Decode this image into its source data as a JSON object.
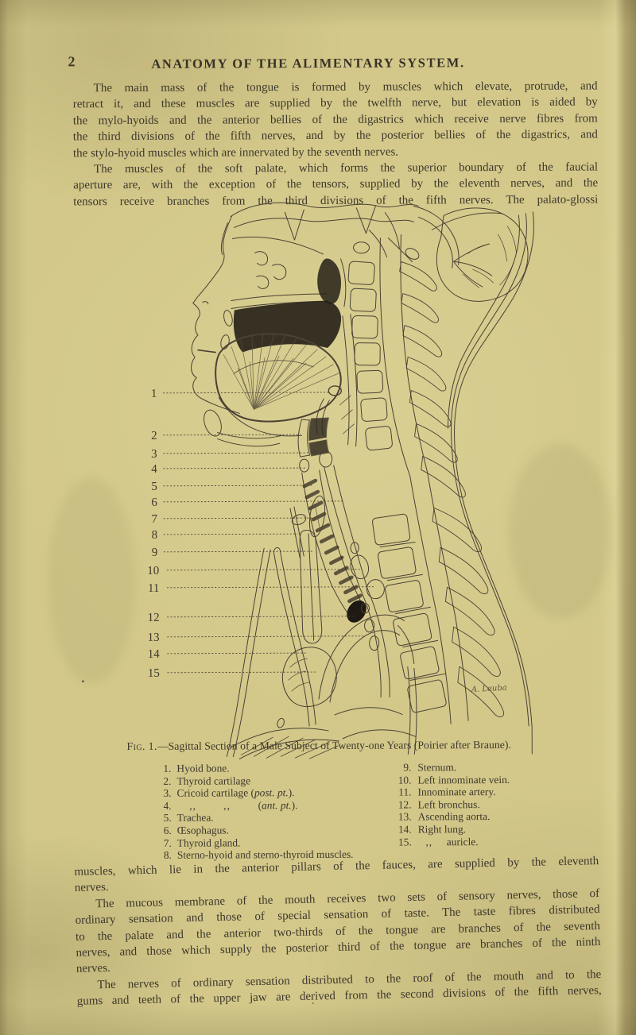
{
  "page": {
    "number": "2",
    "running_title": "ANATOMY OF THE ALIMENTARY SYSTEM."
  },
  "colors": {
    "paper": "#d3c88a",
    "ink": "#3e382c",
    "cavity_dark": "#262017"
  },
  "paragraph1": {
    "l1": "The main mass of the tongue is formed by muscles which elevate, protrude, and",
    "l2": "retract it, and these muscles are supplied by the twelfth nerve, but elevation is aided by",
    "l3": "the mylo-hyoids and the anterior bellies of the digastrics which receive nerve fibres from",
    "l4": "the third divisions of the fifth nerves, and by the posterior bellies of the digastrics, and",
    "l5": "the stylo-hyoid muscles which are innervated by the seventh nerves."
  },
  "paragraph2": {
    "l1": "The muscles of the soft palate, which forms the superior boundary of the faucial",
    "l2": "aperture are, with the exception of the tensors, supplied by the eleventh nerves, and the",
    "l3": "tensors receive branches from the third divisions of the fifth nerves.  The palato-glossi"
  },
  "figure": {
    "labels": [
      "1",
      "2",
      "3",
      "4",
      "5",
      "6",
      "7",
      "8",
      "9",
      "10",
      "11",
      "12",
      "13",
      "14",
      "15"
    ],
    "signature": "A. Leuba",
    "caption": {
      "fig_label": "Fig. 1.",
      "text": "—Sagittal Section of a Male Subject of Twenty-one Years (Poirier after Braune)."
    },
    "legend_left": [
      {
        "num": "1.",
        "pre": "Hyoid bone."
      },
      {
        "num": "2.",
        "pre": "Thyroid cartilage"
      },
      {
        "num": "3.",
        "pre": "Cricoid cartilage (",
        "italic": "post. pt.",
        "post": ")."
      },
      {
        "num": "4.",
        "d1": ",,",
        "d2": ",,",
        "pre": "(",
        "italic": "ant. pt.",
        "post": ")."
      },
      {
        "num": "5.",
        "pre": "Trachea."
      },
      {
        "num": "6.",
        "pre": "Œsophagus."
      },
      {
        "num": "7.",
        "pre": "Thyroid gland."
      },
      {
        "num": "8.",
        "pre": "Sterno-hyoid and sterno-thyroid muscles."
      }
    ],
    "legend_right": [
      {
        "num": "9.",
        "pre": "Sternum."
      },
      {
        "num": "10.",
        "pre": "Left innominate vein."
      },
      {
        "num": "11.",
        "pre": "Innominate artery."
      },
      {
        "num": "12.",
        "pre": "Left bronchus."
      },
      {
        "num": "13.",
        "pre": "Ascending aorta."
      },
      {
        "num": "14.",
        "pre": "Right lung."
      },
      {
        "num": "15.",
        "d1": ",,",
        "pre": "auricle."
      }
    ]
  },
  "paragraph3": {
    "l1": "muscles, which lie in the anterior pillars of the fauces, are supplied by the eleventh",
    "l2": "nerves."
  },
  "paragraph4": {
    "l1": "The mucous membrane of the mouth receives two sets of sensory nerves, those of",
    "l2": "ordinary sensation and those of special sensation of taste.  The taste fibres distributed",
    "l3": "to the palate and the anterior two-thirds of the tongue are branches of the seventh",
    "l4": "nerves, and those which supply the posterior third of the tongue are branches of the ninth",
    "l5": "nerves."
  },
  "paragraph5": {
    "l1": "The nerves of ordinary sensation distributed to the roof of the mouth and to the",
    "l2": "gums and teeth of the upper jaw are derived from the second divisions of the fifth nerves,"
  }
}
